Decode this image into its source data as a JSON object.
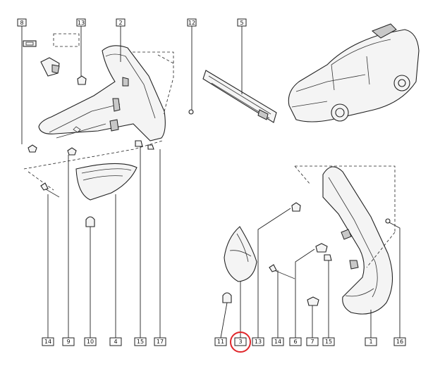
{
  "callouts": {
    "c8": "8",
    "c13": "13",
    "c2": "2",
    "c12": "12",
    "c5": "5",
    "c14a": "14",
    "c9": "9",
    "c10": "10",
    "c4": "4",
    "c15a": "15",
    "c17": "17",
    "c11": "11",
    "c3": "3",
    "c13b": "13",
    "c14b": "14",
    "c6": "6",
    "c7": "7",
    "c15b": "15",
    "c1": "1",
    "c16": "16"
  },
  "highlighted_callout": "3",
  "colors": {
    "highlight": "#e0262b",
    "line": "#222222",
    "fill": "#f4f4f4"
  }
}
